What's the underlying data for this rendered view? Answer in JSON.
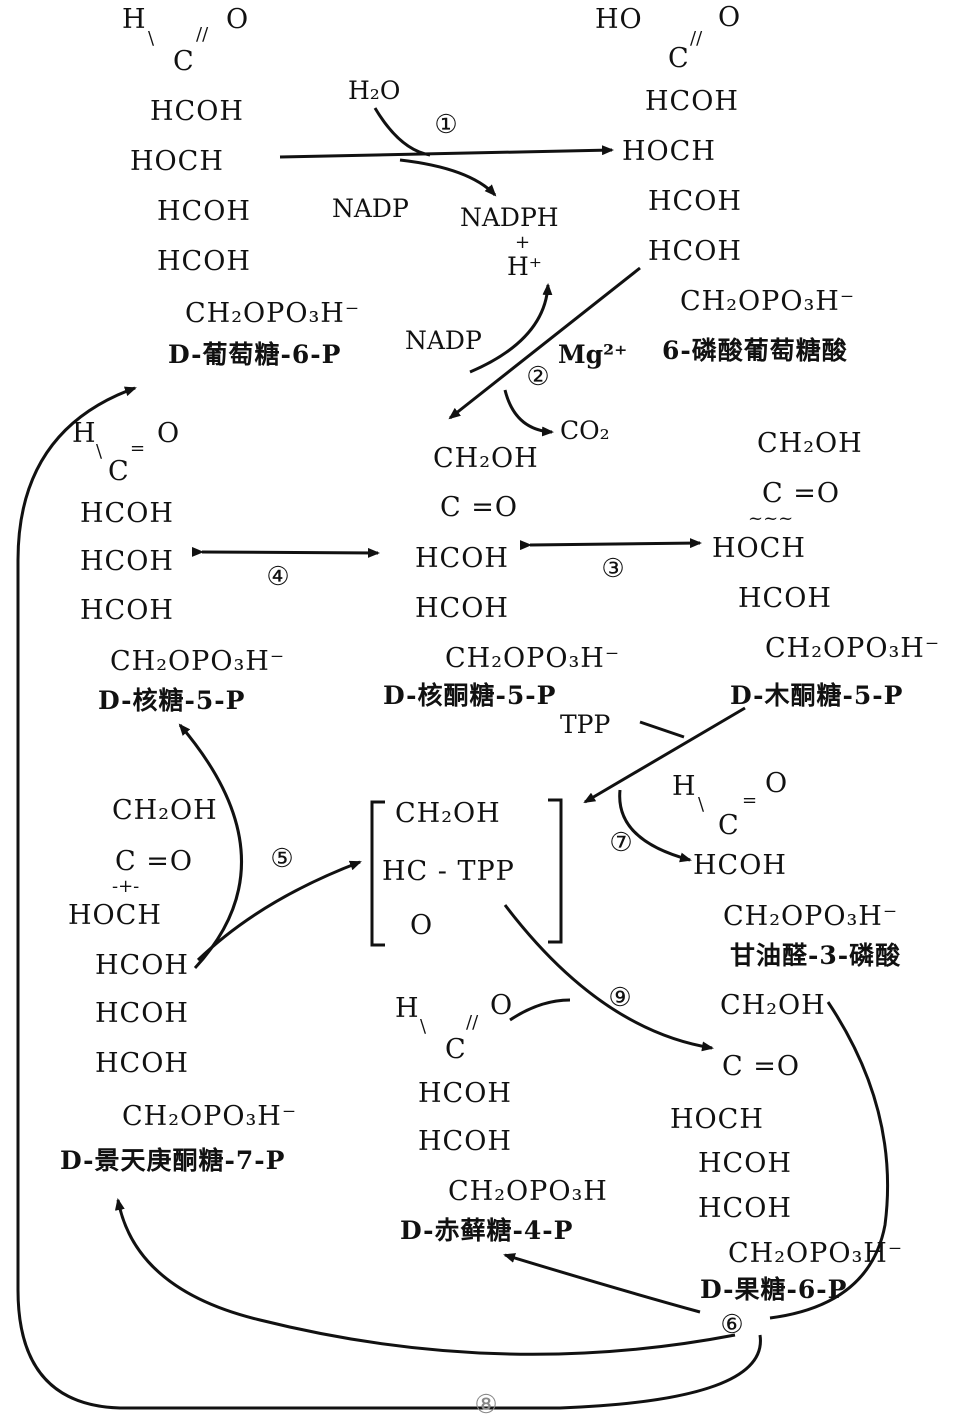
{
  "molecules": {
    "g6p": {
      "top": [
        "H",
        "O"
      ],
      "c": "C",
      "rows": [
        "HCOH",
        "HOCH",
        "HCOH",
        "HCOH"
      ],
      "bottom": "CH₂OPO₃H⁻",
      "name": "D-葡萄糖-6-P"
    },
    "pg6": {
      "top": [
        "HO",
        "O"
      ],
      "c": "C",
      "rows": [
        "HCOH",
        "HOCH",
        "HCOH",
        "HCOH"
      ],
      "bottom": "CH₂OPO₃H⁻",
      "name": "6-磷酸葡萄糖酸"
    },
    "r5p": {
      "top": [
        "H",
        "O"
      ],
      "c": "C",
      "rows": [
        "HCOH",
        "HCOH",
        "HCOH"
      ],
      "bottom": "CH₂OPO₃H⁻",
      "name": "D-核糖-5-P"
    },
    "ru5p": {
      "rows": [
        "CH₂OH",
        "C =O",
        "HCOH",
        "HCOH"
      ],
      "bottom": "CH₂OPO₃H⁻",
      "name": "D-核酮糖-5-P"
    },
    "xu5p": {
      "rows": [
        "CH₂OH",
        "C =O",
        "HOCH",
        "HCOH"
      ],
      "bottom": "CH₂OPO₃H⁻",
      "name": "D-木酮糖-5-P"
    },
    "s7p": {
      "rows": [
        "CH₂OH",
        "C =O",
        "HOCH",
        "HCOH",
        "HCOH",
        "HCOH"
      ],
      "bottom": "CH₂OPO₃H⁻",
      "name": "D-景天庚酮糖-7-P"
    },
    "g3p": {
      "top": [
        "H",
        "O"
      ],
      "c": "C",
      "rows": [
        "HCOH"
      ],
      "bottom": "CH₂OPO₃H⁻",
      "name": "甘油醛-3-磷酸"
    },
    "e4p": {
      "top": [
        "H",
        "O"
      ],
      "c": "C",
      "rows": [
        "HCOH",
        "HCOH"
      ],
      "bottom": "CH₂OPO₃H",
      "name": "D-赤藓糖-4-P"
    },
    "f6p": {
      "rows": [
        "CH₂OH",
        "C =O",
        "HOCH",
        "HCOH",
        "HCOH"
      ],
      "bottom": "CH₂OPO₃H⁻",
      "name": "D-果糖-6-P"
    },
    "complex": {
      "rows": [
        "CH₂OH",
        "HC - TPP",
        "O"
      ]
    }
  },
  "reagents": {
    "water": "H₂O",
    "nadp1": "NADP",
    "nadph": "NADPH",
    "plus": "+",
    "hplus": "H⁺",
    "nadp2": "NADP",
    "mg": "Mg²⁺",
    "co2": "CO₂",
    "tpp": "TPP"
  },
  "steps": [
    "①",
    "②",
    "③",
    "④",
    "⑤",
    "⑥",
    "⑦",
    "⑨",
    "⑧"
  ]
}
